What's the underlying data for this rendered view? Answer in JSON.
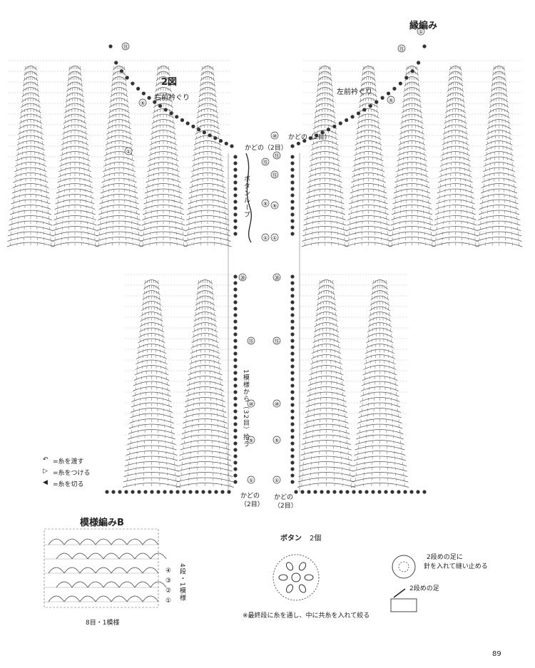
{
  "figure": {
    "title": "2図",
    "page_number": "89"
  },
  "labels": {
    "right_neck": "右前衿ぐり",
    "left_neck": "左前衿ぐり",
    "edge_title": "縁編み",
    "corner_top_left": "かどの（2目）",
    "corner_top_right": "かどの（2目）",
    "button_loop": "ボタンループ",
    "pickup": "1模様から（32目）拾う",
    "corner_bottom_left_1": "かどの",
    "corner_bottom_left_2": "（2目）",
    "corner_bottom_right_1": "かどの",
    "corner_bottom_right_2": "（2目）"
  },
  "legend": [
    {
      "icon": "arrow-pass-icon",
      "text": "=糸を渡す"
    },
    {
      "icon": "open-triangle-icon",
      "text": "=糸をつける"
    },
    {
      "icon": "filled-triangle-icon",
      "text": "=糸を切る"
    }
  ],
  "pattern_b": {
    "title": "模様編みB",
    "rows_note": "4段・1模様",
    "width_note": "8目・1模様",
    "row_numbers": [
      "④",
      "③",
      "②",
      "①"
    ]
  },
  "button": {
    "title": "ボタン",
    "count": "2個",
    "note": "※最終段に糸を通し、中に共糸を入れて絞る"
  },
  "sew": {
    "note_line1": "2段めの足に",
    "note_line2": "針を入れて縫い止める",
    "foot_label": "2段めの足"
  },
  "row_marks": {
    "one": "①",
    "five": "⑤",
    "ten": "⑩",
    "fifteen": "⑮",
    "twenty": "⑳"
  }
}
